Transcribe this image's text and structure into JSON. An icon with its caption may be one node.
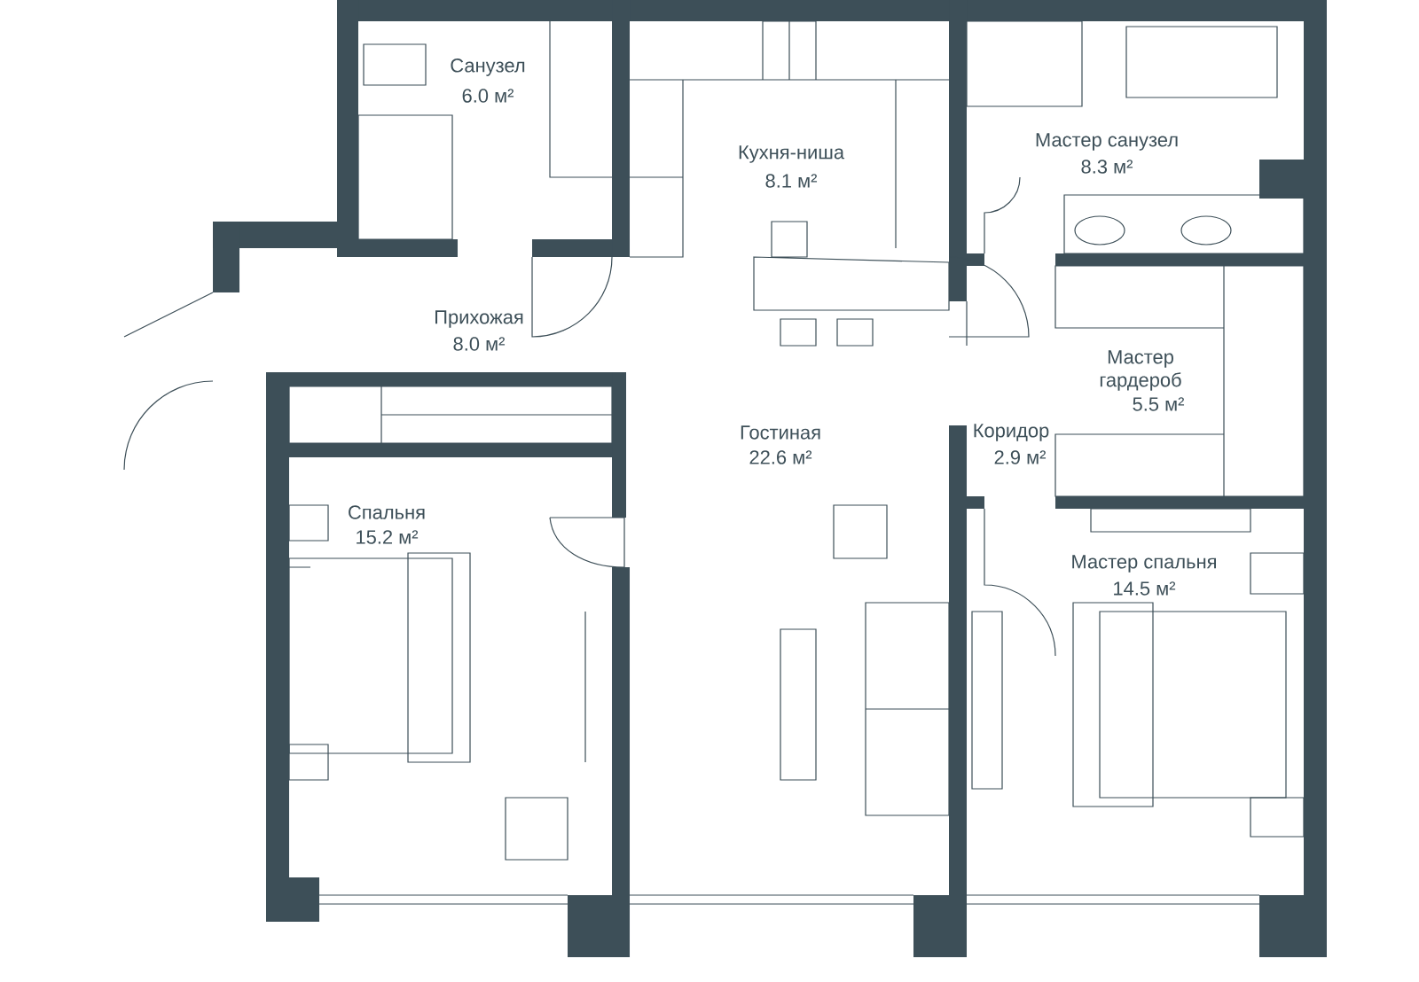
{
  "diagram": {
    "labels": [
      "Санузел",
      "6.0 м²",
      "Кухня-ниша",
      "8.1 м²",
      "Мастер санузел",
      "8.3 м²",
      "Прихожая",
      "8.0 м²",
      "Мастер гардероб",
      "5.5 м²",
      "Гостиная",
      "22.6 м²",
      "Коридор",
      "2.9 м²",
      "Спальня",
      "15.2 м²",
      "Мастер спальня",
      "14.5 м²"
    ]
  }
}
